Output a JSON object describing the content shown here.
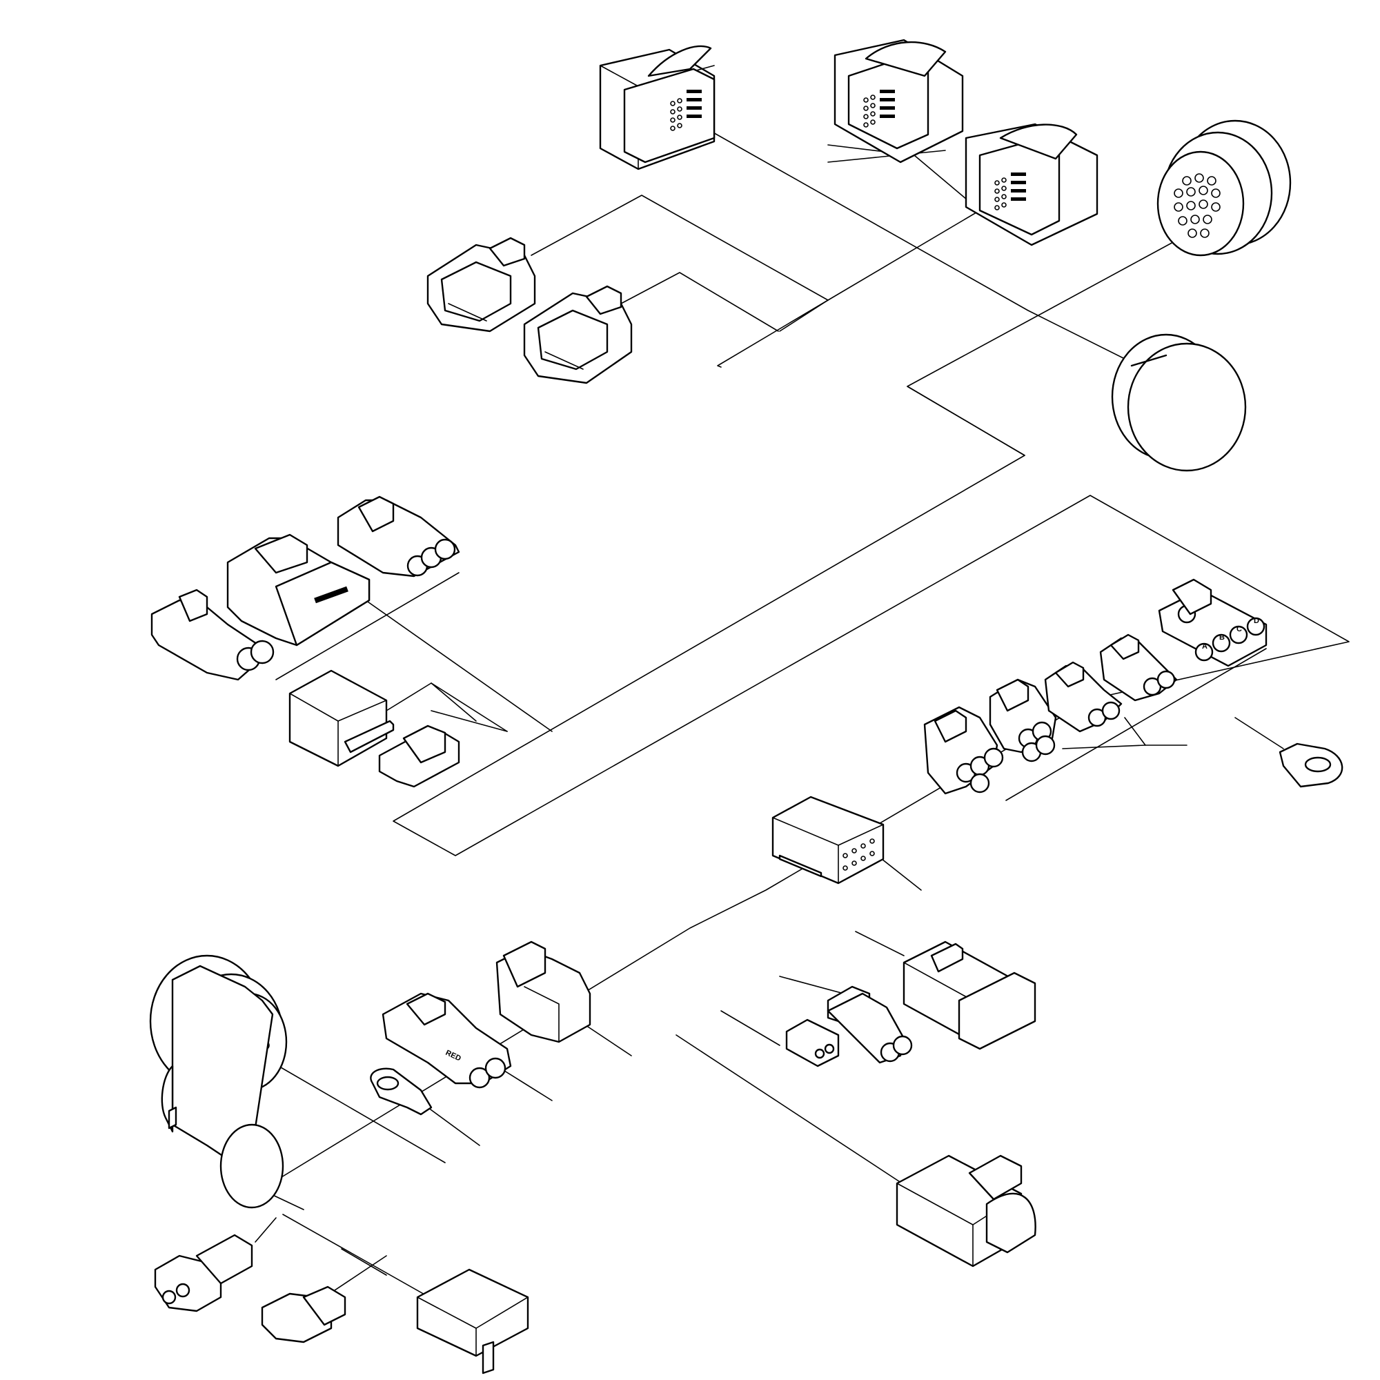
{
  "drawing": {
    "type": "wiring harness exploded diagram",
    "line_color": "#000000",
    "background_color": "#ffffff"
  },
  "labels": {
    "red_marker": "RED",
    "pin_a": "A",
    "pin_b": "B",
    "pin_c": "C",
    "pin_d": "D"
  }
}
